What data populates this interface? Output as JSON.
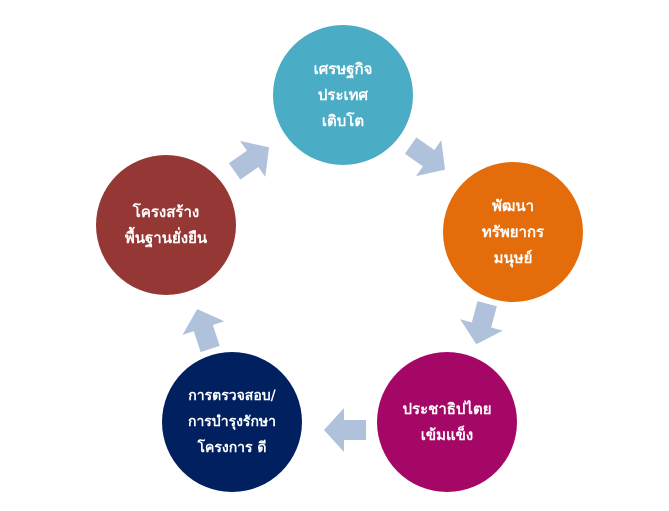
{
  "nodes": [
    {
      "id": "economy",
      "lines": [
        "เศรษฐกิจ",
        "ประเทศ",
        "เติบโต"
      ],
      "color": "#4BACC6"
    },
    {
      "id": "human-resources",
      "lines": [
        "พัฒนา",
        "ทรัพยากร",
        "มนุษย์"
      ],
      "color": "#E46C0A"
    },
    {
      "id": "democracy",
      "lines": [
        "ประชาธิปไตย",
        "เข้มแข็ง"
      ],
      "color": "#A50766"
    },
    {
      "id": "audit",
      "lines": [
        "การตรวจสอบ/",
        "การบำรุงรักษา",
        "โครงการ ดี"
      ],
      "color": "#002060"
    },
    {
      "id": "infrastructure",
      "lines": [
        "โครงสร้าง",
        "พื้นฐานยั่งยืน"
      ],
      "color": "#953735"
    }
  ],
  "arrow_color": "#B0C1DC"
}
